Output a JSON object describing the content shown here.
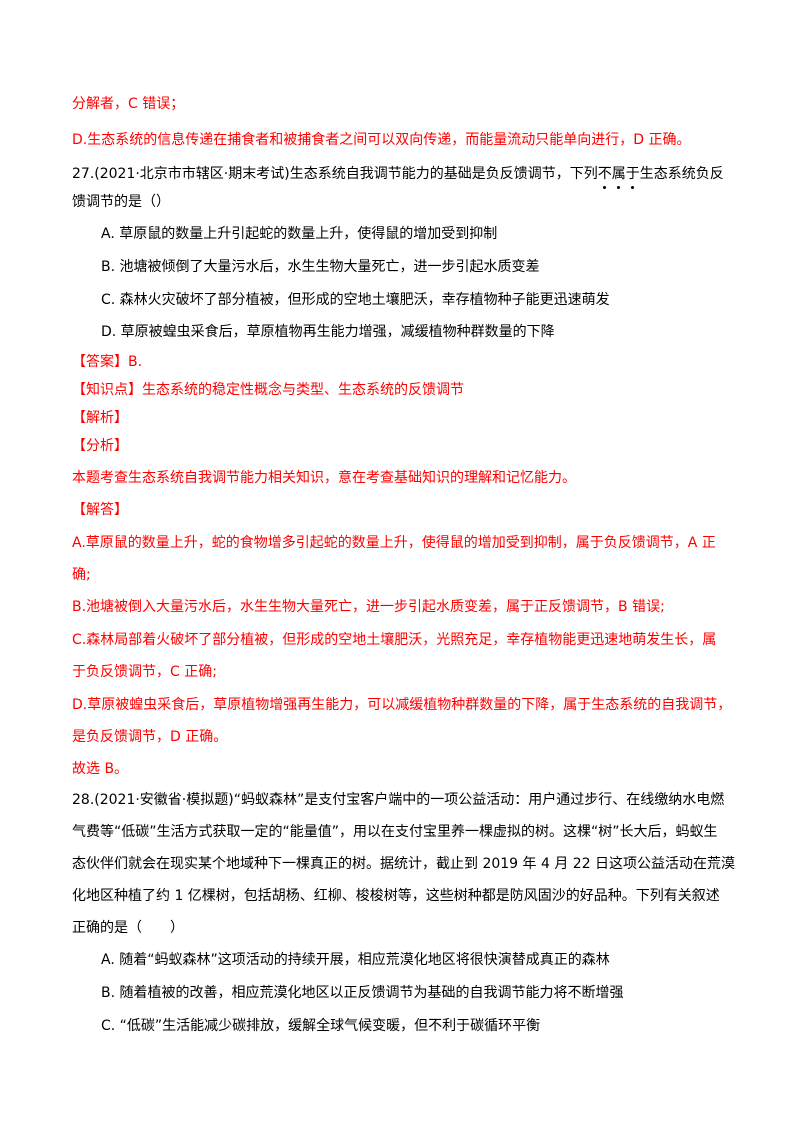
{
  "colors": {
    "text": "#000000",
    "answer": "#ff0000"
  },
  "content": {
    "l1": "分解者，C 错误；",
    "l2": "D.生态系统的信息传递在捕食者和被捕食者之间可以双向传递，而能量流动只能单向进行，D 正确。",
    "q27": {
      "line1_pre": "27.(2021·北京市市辖区·期末考试)生态系统自我调节能力的基础是负反馈调节，下列",
      "em1": "不",
      "em2": "属",
      "em3": "于",
      "line1_post": "生态系统负反",
      "line2": "馈调节的是（）",
      "optA": "A. 草原鼠的数量上升引起蛇的数量上升，使得鼠的增加受到抑制",
      "optB": "B. 池塘被倾倒了大量污水后，水生生物大量死亡，进一步引起水质变差",
      "optC": "C. 森林火灾破坏了部分植被，但形成的空地土壤肥沃，幸存植物种子能更迅速萌发",
      "optD": "D. 草原被蝗虫采食后，草原植物再生能力增强，减缓植物种群数量的下降",
      "answer": "【答案】B.",
      "knowledge": "【知识点】生态系统的稳定性概念与类型、生态系统的反馈调节",
      "analysis": "【解析】",
      "fenxi": "【分析】",
      "fenxi_text": "本题考查生态系统自我调节能力相关知识，意在考查基础知识的理解和记忆能力。",
      "jieda": "【解答】",
      "a1": "A.草原鼠的数量上升，蛇的食物增多引起蛇的数量上升，使得鼠的增加受到抑制，属于负反馈调节，A 正",
      "a2": "确;",
      "b1": "B.池塘被倒入大量污水后，水生生物大量死亡，进一步引起水质变差，属于正反馈调节，B 错误;",
      "c1": "C.森林局部着火破坏了部分植被，但形成的空地土壤肥沃，光照充足，幸存植物能更迅速地萌发生长，属",
      "c2": "于负反馈调节，C 正确;",
      "d1": "D.草原被蝗虫采食后，草原植物增强再生能力，可以减缓植物种群数量的下降，属于生态系统的自我调节，",
      "d2": "是负反馈调节，D 正确。",
      "conclusion": "故选 B。"
    },
    "q28": {
      "l1": "28.(2021·安徽省·模拟题)“蚂蚁森林”是支付宝客户端中的一项公益活动：用户通过步行、在线缴纳水电燃",
      "l2": "气费等“低碳”生活方式获取一定的“能量值”，用以在支付宝里养一棵虚拟的树。这棵“树”长大后，蚂蚁生",
      "l3": "态伙伴们就会在现实某个地域种下一棵真正的树。据统计，截止到 2019 年 4 月 22 日这项公益活动在荒漠",
      "l4": "化地区种植了约 1 亿棵树，包括胡杨、红柳、梭梭树等，这些树种都是防风固沙的好品种。下列有关叙述",
      "l5": "正确的是（　　）",
      "optA": "A. 随着“蚂蚁森林”这项活动的持续开展，相应荒漠化地区将很快演替成真正的森林",
      "optB": "B. 随着植被的改善，相应荒漠化地区以正反馈调节为基础的自我调节能力将不断增强",
      "optC": "C. “低碳”生活能减少碳排放，缓解全球气候变暖，但不利于碳循环平衡"
    }
  }
}
